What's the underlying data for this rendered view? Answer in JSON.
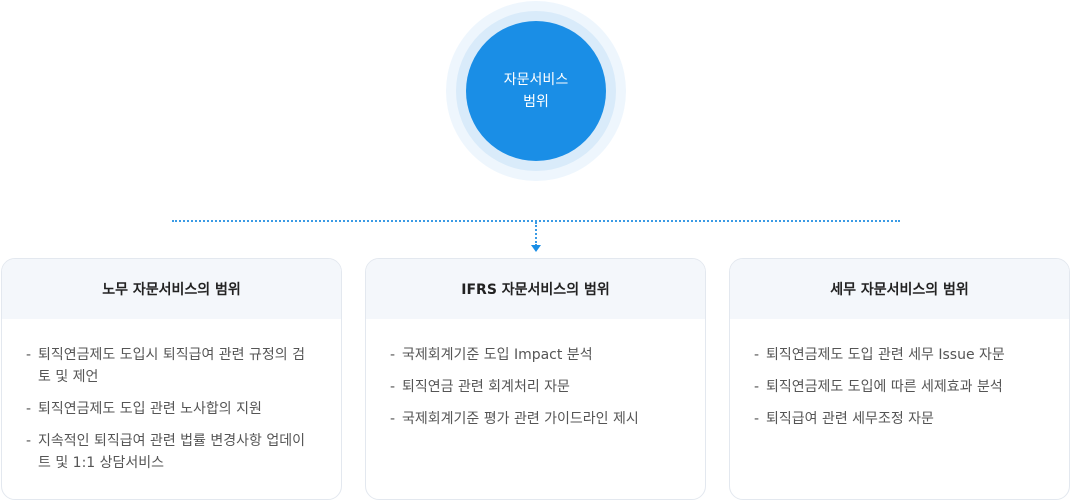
{
  "center": {
    "line1": "자문서비스",
    "line2": "범위"
  },
  "colors": {
    "accent": "#1a8ee6",
    "ring_outer": "#eef6fd",
    "ring_inner": "#d9ebfa",
    "card_header_bg": "#f4f7fb",
    "card_border": "#e3e8ef"
  },
  "cards": [
    {
      "title": "노무 자문서비스의 범위",
      "items": [
        "퇴직연금제도 도입시 퇴직급여 관련 규정의 검토 및 제언",
        "퇴직연금제도 도입 관련 노사합의 지원",
        "지속적인 퇴직급여 관련 법률 변경사항 업데이트 및 1:1 상담서비스"
      ]
    },
    {
      "title": "IFRS 자문서비스의 범위",
      "items": [
        "국제회계기준 도입 Impact 분석",
        "퇴직연금 관련 회계처리 자문",
        "국제회계기준 평가 관련 가이드라인 제시"
      ]
    },
    {
      "title": "세무 자문서비스의 범위",
      "items": [
        "퇴직연금제도 도입 관련 세무 Issue 자문",
        "퇴직연금제도 도입에 따른 세제효과 분석",
        "퇴직급여 관련 세무조정 자문"
      ]
    }
  ]
}
